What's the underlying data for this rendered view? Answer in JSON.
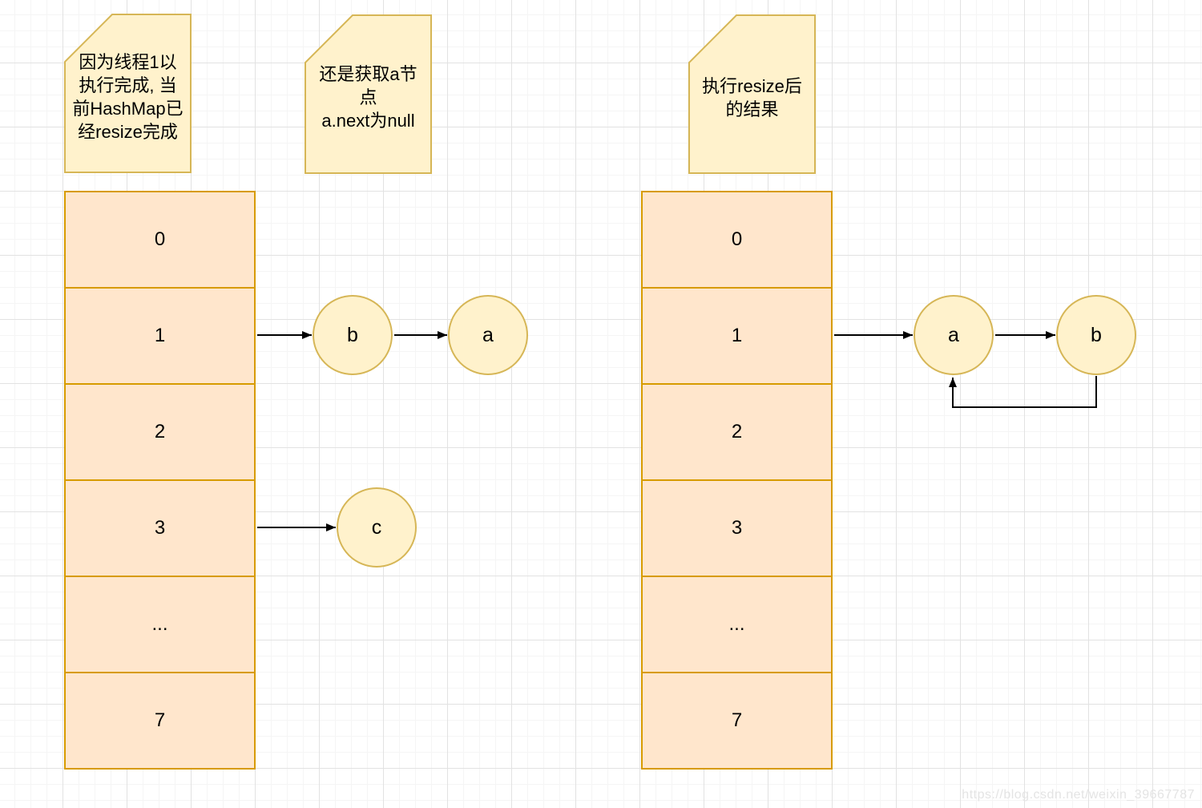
{
  "notes": [
    {
      "text": "因为线程1以\n执行完成, 当\n前HashMap已\n经resize完成"
    },
    {
      "text": "还是获取a节\n点\na.next为null"
    },
    {
      "text": "执行resize后\n的结果"
    }
  ],
  "left_table": {
    "cells": [
      "0",
      "1",
      "2",
      "3",
      "...",
      "7"
    ]
  },
  "right_table": {
    "cells": [
      "0",
      "1",
      "2",
      "3",
      "...",
      "7"
    ]
  },
  "left_nodes": [
    {
      "label": "b"
    },
    {
      "label": "a"
    },
    {
      "label": "c"
    }
  ],
  "right_nodes": [
    {
      "label": "a"
    },
    {
      "label": "b"
    }
  ],
  "watermark": "https://blog.csdn.net/weixin_39667787",
  "colors": {
    "table_fill": "#FFE6CC",
    "table_stroke": "#D79B00",
    "note_fill": "#FFF2CC",
    "note_stroke": "#D6B656",
    "edge": "#000000",
    "grid_minor": "#F5F5F5",
    "grid_major": "#E2E2E2",
    "watermark_text": "#E4E4E4"
  }
}
